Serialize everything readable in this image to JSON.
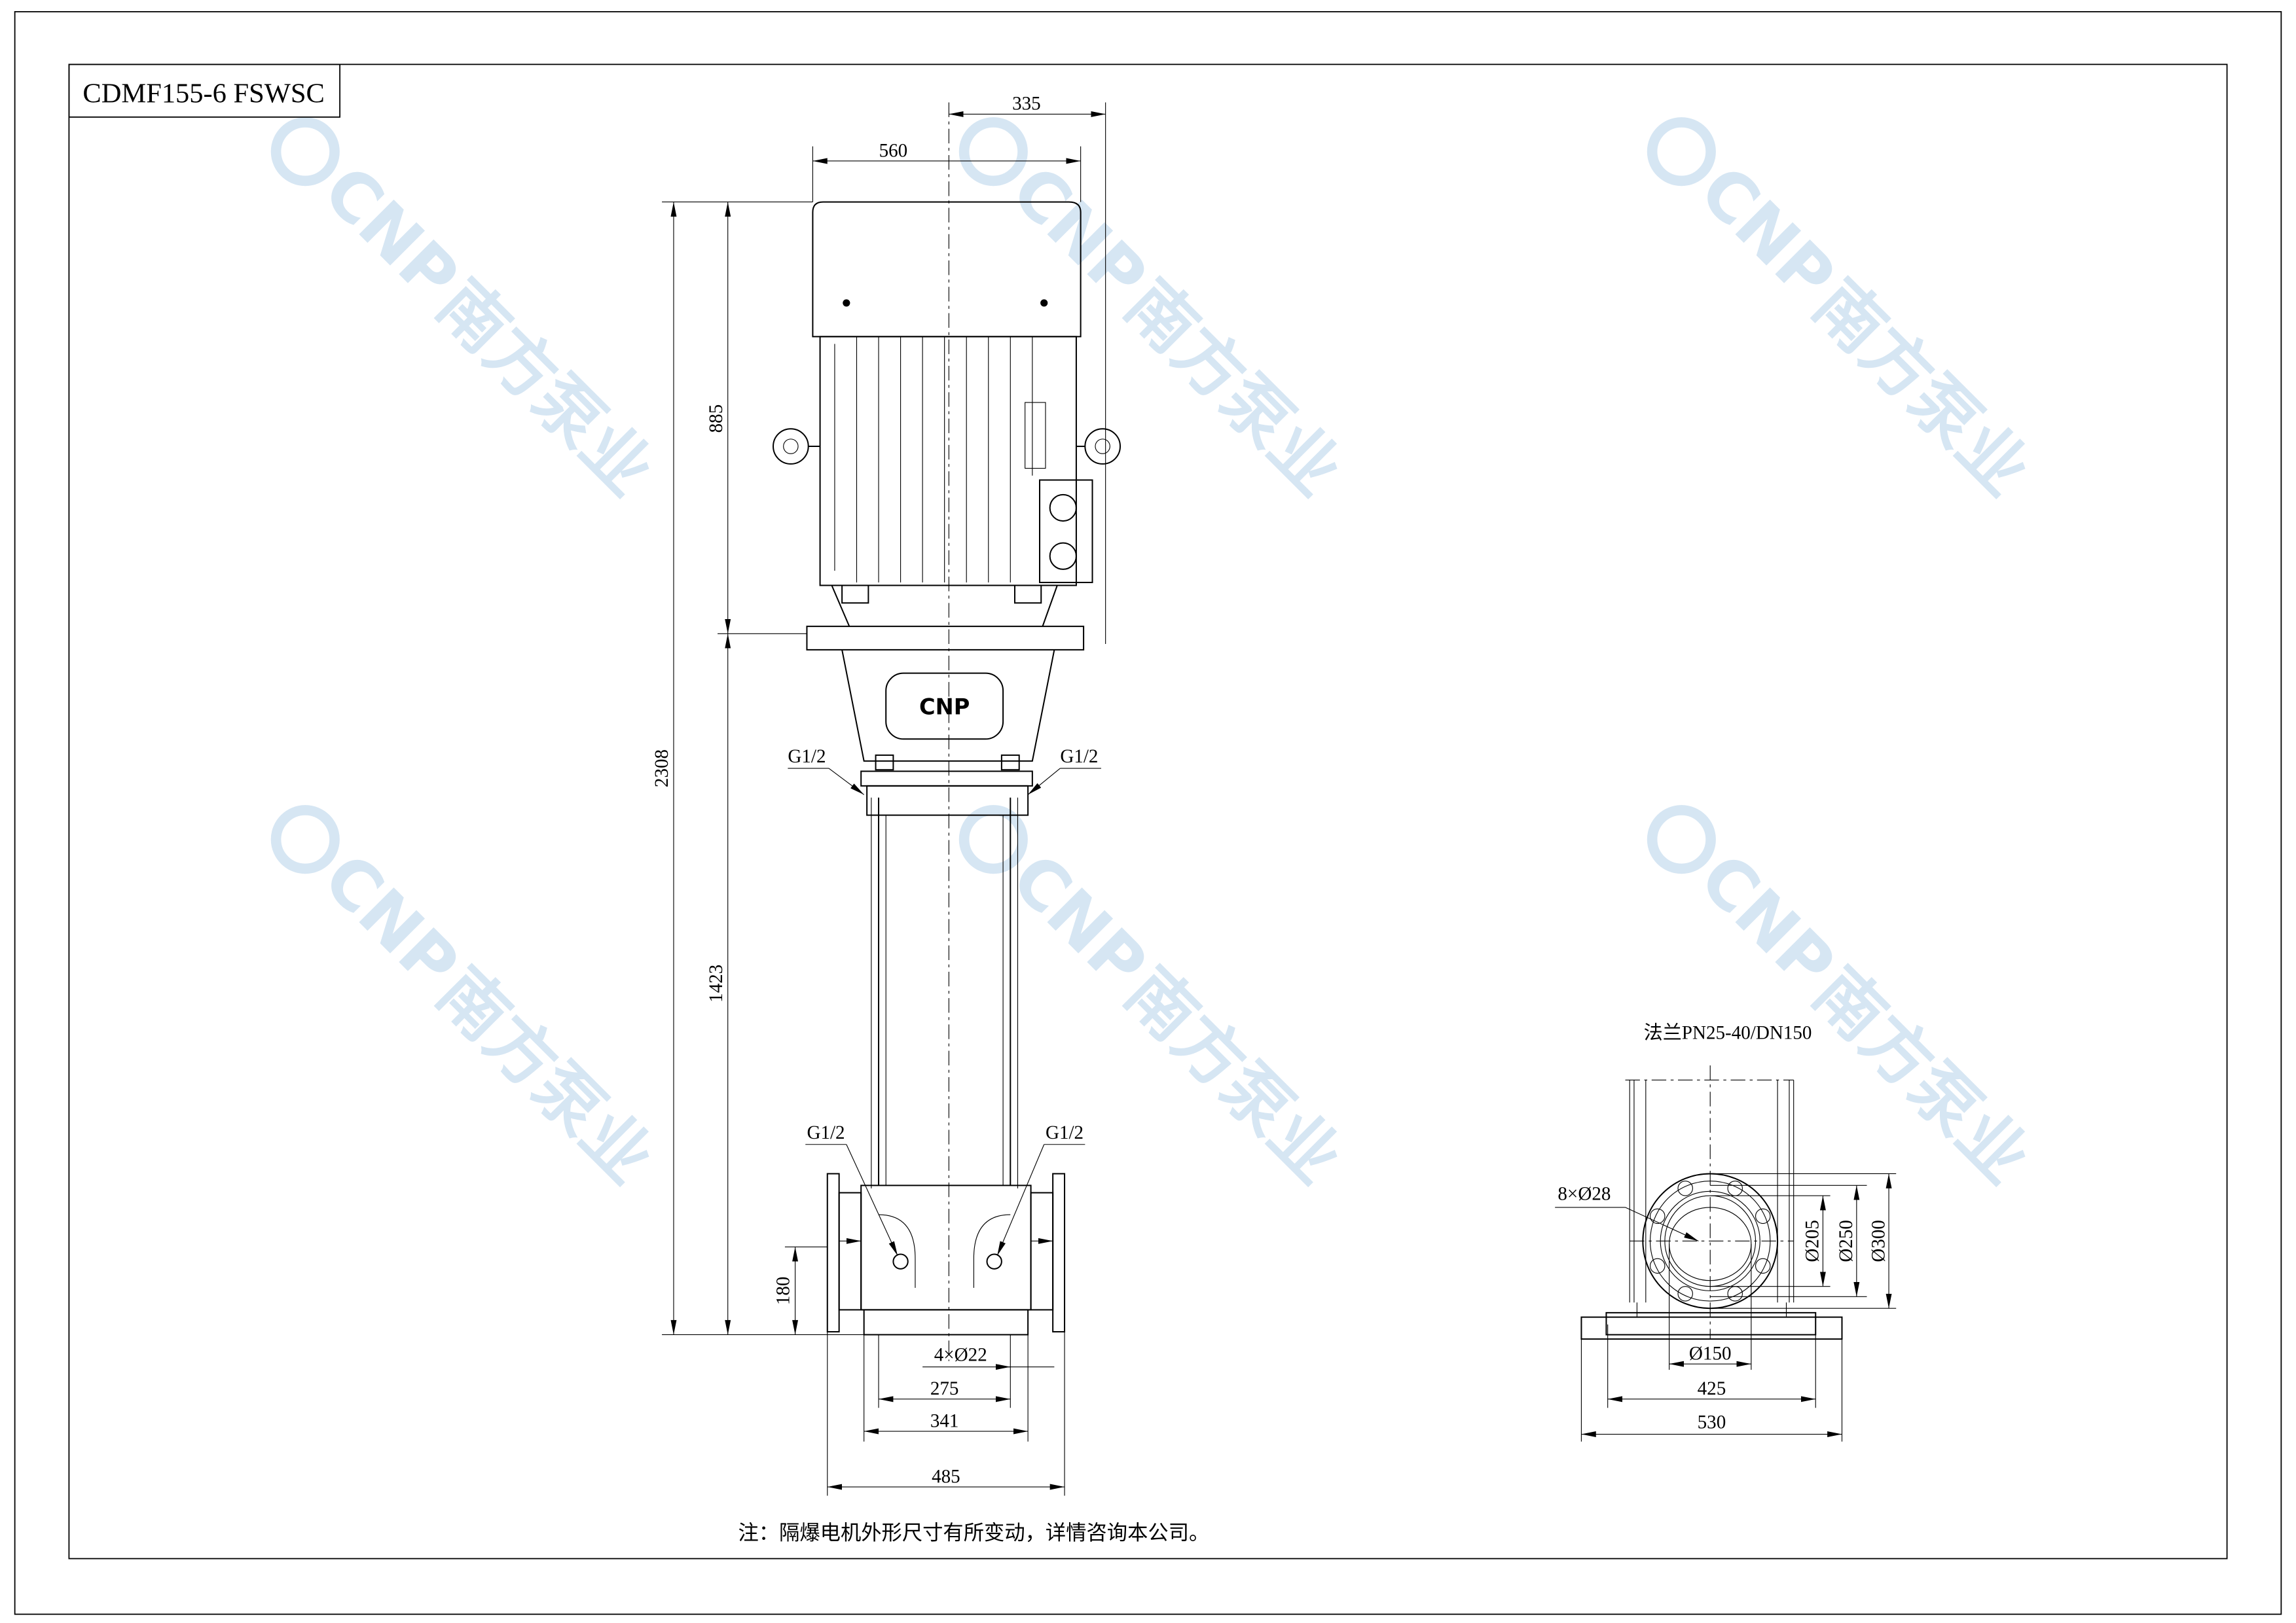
{
  "title": "CDMF155-6 FSWSC",
  "watermark": {
    "logo": "CNP",
    "text": "南方泵业",
    "color": "#d6e6f3"
  },
  "badge": "CNP",
  "front_view": {
    "dims": {
      "top_offset": "335",
      "motor_width": "560",
      "total_height": "2308",
      "motor_height": "885",
      "pump_height": "1423",
      "inlet_height": "180",
      "foot_holes": "4×Ø22",
      "foot_inner": "275",
      "foot_outer": "341",
      "flange_span": "485"
    },
    "ports": [
      "G1/2",
      "G1/2",
      "G1/2",
      "G1/2"
    ]
  },
  "side_view": {
    "flange_label": "法兰PN25-40/DN150",
    "bolt_holes": "8×Ø28",
    "d1": "Ø205",
    "d2": "Ø250",
    "d3": "Ø300",
    "bore": "Ø150",
    "base_inner": "425",
    "base_outer": "530"
  },
  "note": "注：隔爆电机外形尺寸有所变动，详情咨询本公司。"
}
